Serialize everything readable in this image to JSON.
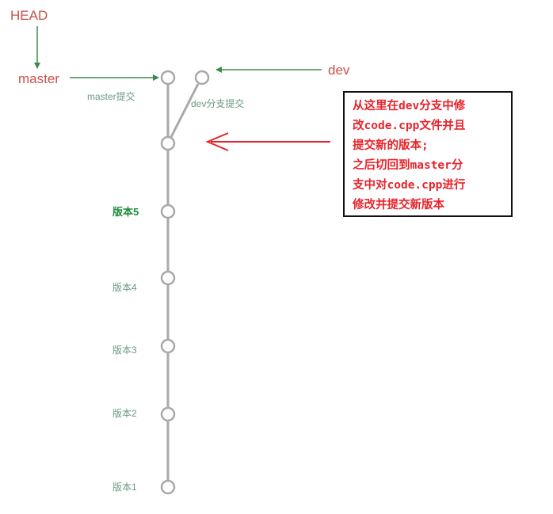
{
  "refs": {
    "head": "HEAD",
    "master": "master",
    "dev": "dev"
  },
  "labels": {
    "master_commit": "master提交",
    "dev_commit": "dev分支提交",
    "v5": "版本5",
    "v4": "版本4",
    "v3": "版本3",
    "v2": "版本2",
    "v1": "版本1"
  },
  "note": {
    "lines": [
      "从这里在dev分支中修",
      "改code.cpp文件并且",
      "提交新的版本;",
      "之后切回到master分",
      "支中对code.cpp进行",
      "修改并提交新版本"
    ]
  },
  "colors": {
    "ref_label": "#c6524a",
    "ref_arrow": "#3d8a4f",
    "commit_line": "#a9a9a9",
    "commit_label": "#6a9a82",
    "highlight_label": "#1e8a3a",
    "note_text": "#e8222a",
    "note_arrow": "#e8222a",
    "note_border": "#111111"
  }
}
